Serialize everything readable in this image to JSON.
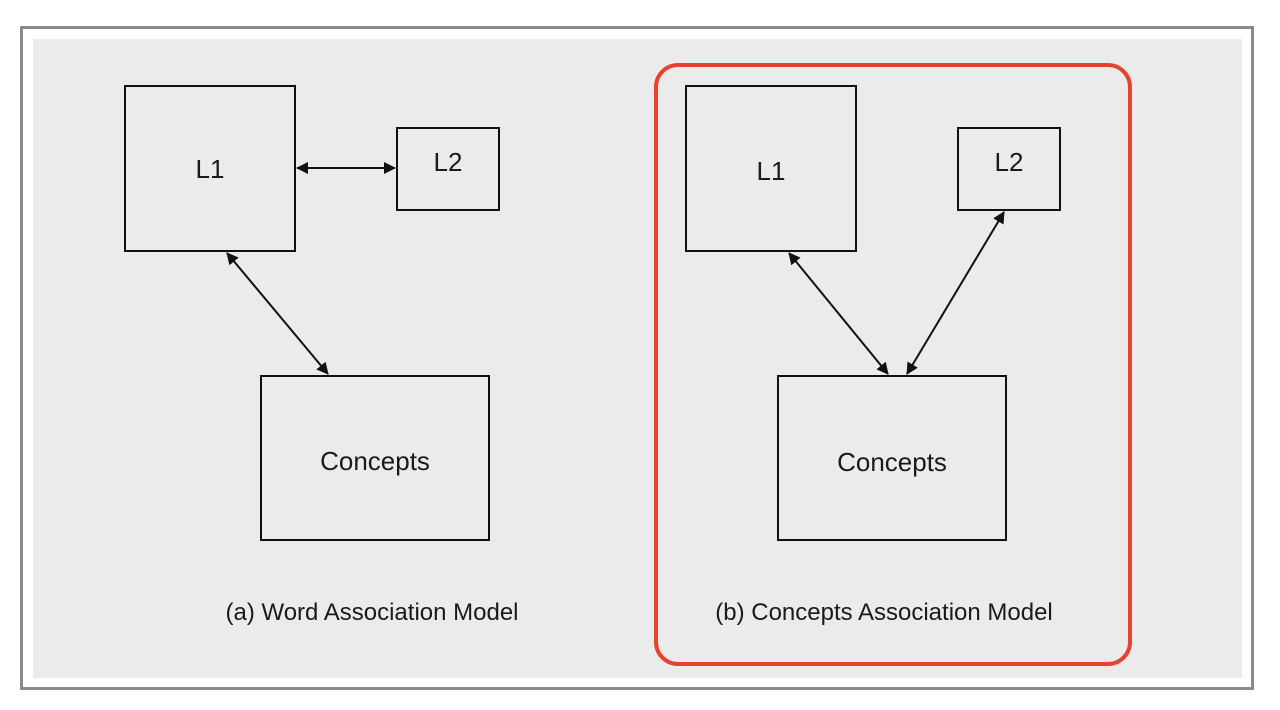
{
  "colors": {
    "highlight": "#e8412e",
    "panel_background": "#ebebeb",
    "frame_border": "#8a8a8a",
    "stroke": "#111111"
  },
  "models": [
    {
      "caption": "(a) Word Association Model",
      "highlighted": false,
      "nodes": {
        "l1": "L1",
        "l2": "L2",
        "concepts": "Concepts"
      },
      "edges": [
        {
          "from": "L1",
          "to": "L2",
          "bidirectional": true
        },
        {
          "from": "L1",
          "to": "Concepts",
          "bidirectional": true
        }
      ]
    },
    {
      "caption": "(b) Concepts Association Model",
      "highlighted": true,
      "nodes": {
        "l1": "L1",
        "l2": "L2",
        "concepts": "Concepts"
      },
      "edges": [
        {
          "from": "L1",
          "to": "Concepts",
          "bidirectional": true
        },
        {
          "from": "L2",
          "to": "Concepts",
          "bidirectional": true
        }
      ]
    }
  ]
}
